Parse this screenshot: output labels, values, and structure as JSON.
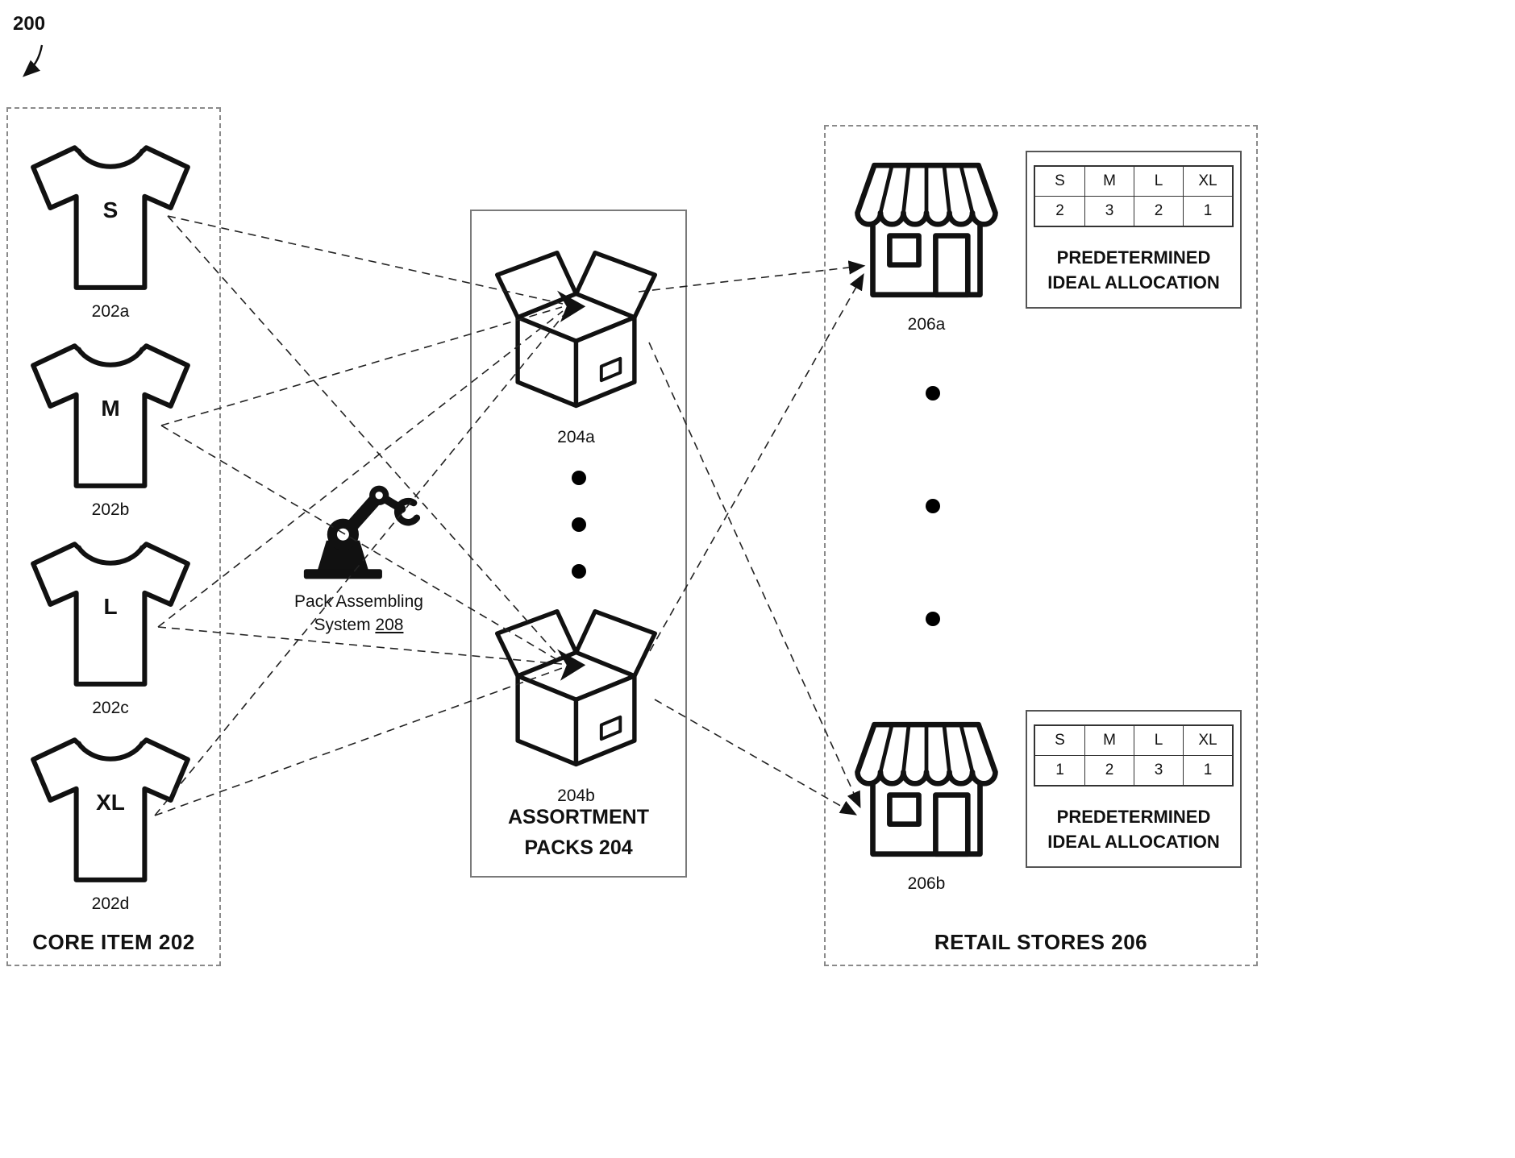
{
  "figure": {
    "ref": "200"
  },
  "core": {
    "title": "CORE ITEM 202",
    "shirts": [
      {
        "size": "S",
        "ref": "202a"
      },
      {
        "size": "M",
        "ref": "202b"
      },
      {
        "size": "L",
        "ref": "202c"
      },
      {
        "size": "XL",
        "ref": "202d"
      }
    ]
  },
  "assembler": {
    "line1": "Pack Assembling",
    "system_word": "System",
    "ref": "208"
  },
  "packs": {
    "title_line1": "ASSORTMENT",
    "title_line2": "PACKS 204",
    "boxes": [
      {
        "ref": "204a"
      },
      {
        "ref": "204b"
      }
    ]
  },
  "stores": {
    "title": "RETAIL STORES 206",
    "items": [
      {
        "ref": "206a",
        "allocation": {
          "headers": [
            "S",
            "M",
            "L",
            "XL"
          ],
          "values": [
            "2",
            "3",
            "2",
            "1"
          ],
          "caption1": "PREDETERMINED",
          "caption2": "IDEAL ALLOCATION"
        }
      },
      {
        "ref": "206b",
        "allocation": {
          "headers": [
            "S",
            "M",
            "L",
            "XL"
          ],
          "values": [
            "1",
            "2",
            "3",
            "1"
          ],
          "caption1": "PREDETERMINED",
          "caption2": "IDEAL ALLOCATION"
        }
      }
    ]
  }
}
